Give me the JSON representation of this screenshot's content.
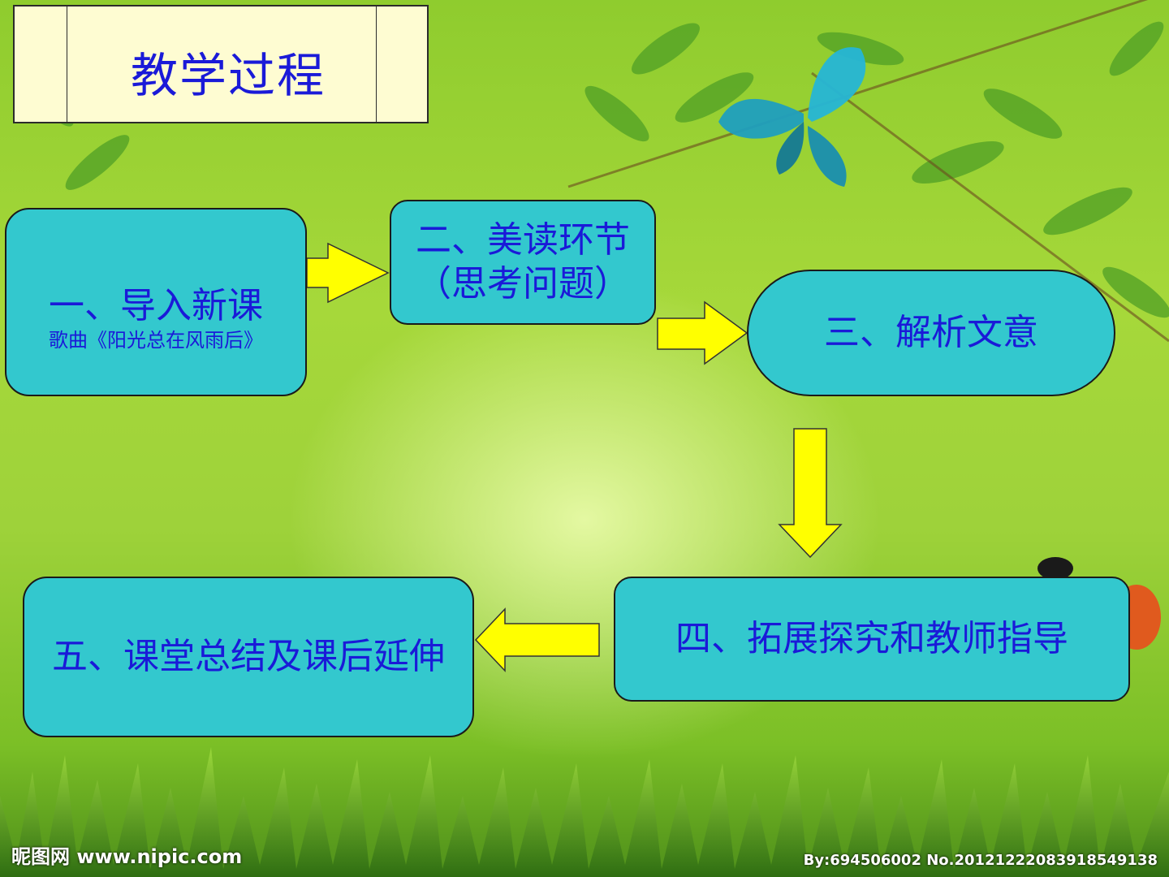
{
  "title": "教学过程",
  "steps": {
    "s1": {
      "title": "一、导入新课",
      "note": "歌曲《阳光总在风雨后》"
    },
    "s2": {
      "line1": "二、美读环节",
      "line2": "（思考问题）"
    },
    "s3": {
      "title": "三、解析文意"
    },
    "s4": {
      "title": "四、拓展探究和教师指导"
    },
    "s5": {
      "title": "五、课堂总结及课后延伸"
    }
  },
  "watermark": {
    "left": "昵图网 www.nipic.com",
    "right": "By:694506002 No.20121222083918549138"
  },
  "colors": {
    "node_fill": "#33c8ce",
    "node_text": "#1a1ad8",
    "arrow_fill": "#ffff00",
    "title_fill": "#fefcd2"
  }
}
